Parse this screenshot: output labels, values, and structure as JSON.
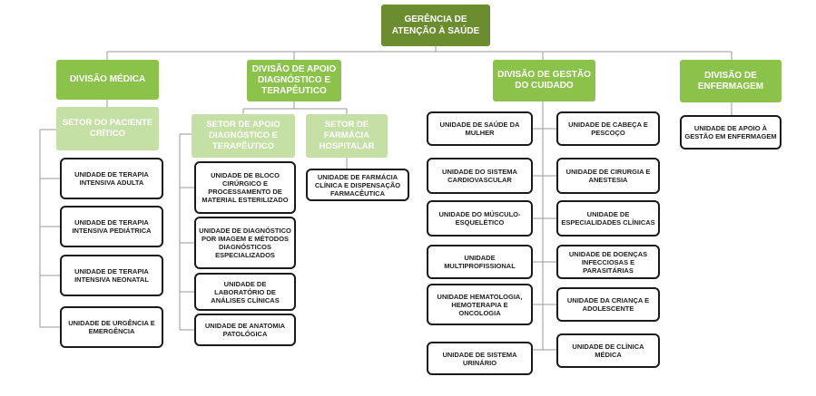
{
  "top": "GERÊNCIA DE ATENÇÃO À SAÚDE",
  "divisions": {
    "medica": "DIVISÃO MÉDICA",
    "apoio": "DIVISÃO DE APOIO DIAGNÓSTICO E TERAPÊUTICO",
    "gestao": "DIVISÃO DE GESTÃO DO CUIDADO",
    "enfermagem": "DIVISÃO DE ENFERMAGEM"
  },
  "setores": {
    "paciente": "SETOR DO PACIENTE CRÍTICO",
    "apoio": "SETOR DE APOIO DIAGNÓSTICO E TERAPÊUTICO",
    "farmacia": "SETOR DE FARMÁCIA HOSPITALAR"
  },
  "units": {
    "paciente_critico": [
      "UNIDADE DE TERAPIA INTENSIVA ADULTA",
      "UNIDADE DE TERAPIA INTENSIVA PEDIÁTRICA",
      "UNIDADE DE TERAPIA INTENSIVA NEONATAL",
      "UNIDADE DE URGÊNCIA E EMERGÊNCIA"
    ],
    "apoio_diagnostico": [
      "UNIDADE DE BLOCO CIRÚRGICO E PROCESSAMENTO DE MATERIAL ESTERILIZADO",
      "UNIDADE DE DIAGNÓSTICO POR IMAGEM E MÉTODOS DIAGNÓSTICOS ESPECIALIZADOS",
      "UNIDADE DE LABORATÓRIO DE ANÁLISES CLÍNICAS",
      "UNIDADE DE ANATOMIA PATOLÓGICA"
    ],
    "farmacia": [
      "UNIDADE DE FARMÁCIA CLÍNICA E DISPENSAÇÃO FARMACÊUTICA"
    ],
    "gestao_left": [
      "UNIDADE DE SAÚDE DA MULHER",
      "UNIDADE DO SISTEMA CARDIOVASCULAR",
      "UNIDADE DO MÚSCULO-ESQUELÉTICO",
      "UNIDADE MULTIPROFISSIONAL",
      "UNIDADE HEMATOLOGIA, HEMOTERAPIA E ONCOLOGIA",
      "UNIDADE DE SISTEMA URINÁRIO"
    ],
    "gestao_right": [
      "UNIDADE DE CABEÇA E PESCOÇO",
      "UNIDADE DE CIRURGIA E ANESTESIA",
      "UNIDADE DE ESPECIALIDADES CLÍNICAS",
      "UNIDADE DE DOENÇAS INFECCIOSAS E PARASITÁRIAS",
      "UNIDADE DA CRIANÇA E ADOLESCENTE",
      "UNIDADE DE CLÍNICA MÉDICA"
    ],
    "enfermagem": [
      "UNIDADE DE APOIO À GESTÃO EM ENFERMAGEM"
    ]
  }
}
